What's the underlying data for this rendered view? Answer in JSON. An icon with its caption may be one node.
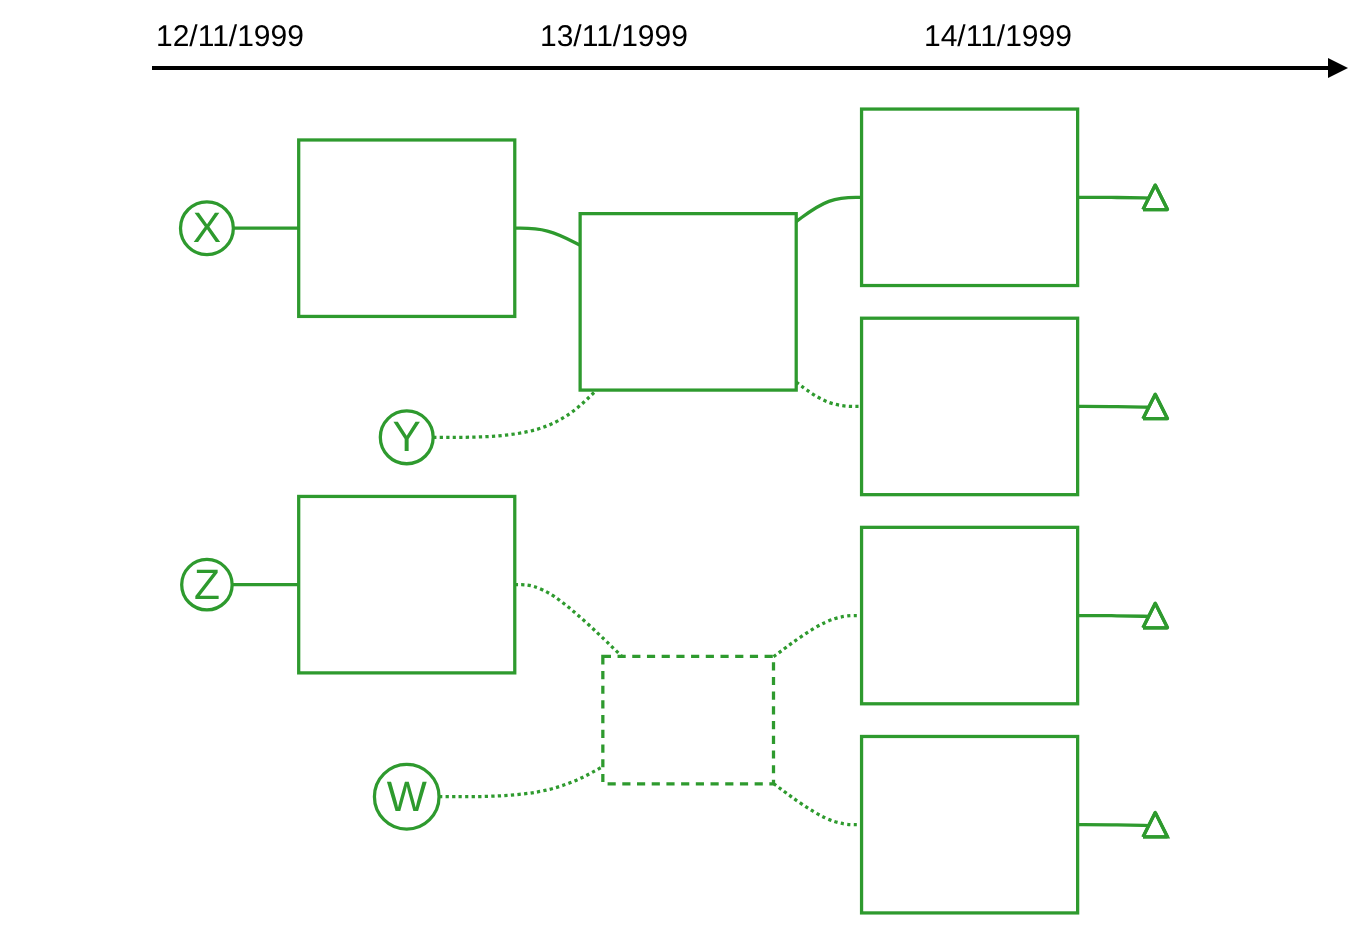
{
  "diagram": {
    "nodes": [
      {
        "text": [
          "X"
        ]
      },
      {
        "text": [],
        "shape": "box"
      },
      {
        "text": [],
        "shape": "box"
      },
      {
        "text": [],
        "shape": "box"
      },
      {
        "text": [],
        "shape": "triangle"
      },
      {
        "text": [
          "Y"
        ]
      },
      {
        "text": [],
        "shape": "box"
      },
      {
        "text": [],
        "shape": "triangle"
      },
      {
        "text": [
          "Z"
        ]
      },
      {
        "text": [],
        "shape": "box"
      },
      {
        "text": [],
        "shape": "box"
      },
      {
        "text": [],
        "shape": "triangle"
      },
      {
        "text": [
          "W"
        ]
      },
      {
        "text": [],
        "shape": "box"
      },
      {
        "text": [],
        "shape": "box"
      },
      {
        "text": [],
        "shape": "triangle"
      }
    ],
    "edges": [
      {
        "from": 0,
        "to": 1,
        "arrow": "none"
      },
      {
        "from": 1,
        "to": 2,
        "arrow": "none"
      },
      {
        "from": 5,
        "to": 2,
        "arrow": "none",
        "style": "dashed"
      },
      {
        "from": 2,
        "to": 3,
        "arrow": "none"
      },
      {
        "from": 2,
        "to": 6,
        "arrow": "none",
        "style": "dashed"
      },
      {
        "from": 3,
        "to": 4,
        "arrow": "none"
      },
      {
        "from": 6,
        "to": 7,
        "arrow": "none"
      },
      {
        "from": 8,
        "to": 9,
        "arrow": "none"
      },
      {
        "from": 9,
        "to": 13,
        "arrow": "none",
        "style": "dashed"
      },
      {
        "from": 12,
        "to": 13,
        "arrow": "none",
        "style": "dashed"
      },
      {
        "from": 13,
        "to": 10,
        "arrow": "none",
        "style": "dashed"
      },
      {
        "from": 13,
        "to": 14,
        "arrow": "none",
        "style": "dashed"
      },
      {
        "from": 10,
        "to": 11,
        "arrow": "none"
      },
      {
        "from": 14,
        "to": 15,
        "arrow": "none"
      }
    ],
    "labels": [
      "12/11/1999",
      "13/11/1999",
      "14/11/1999"
    ]
  }
}
